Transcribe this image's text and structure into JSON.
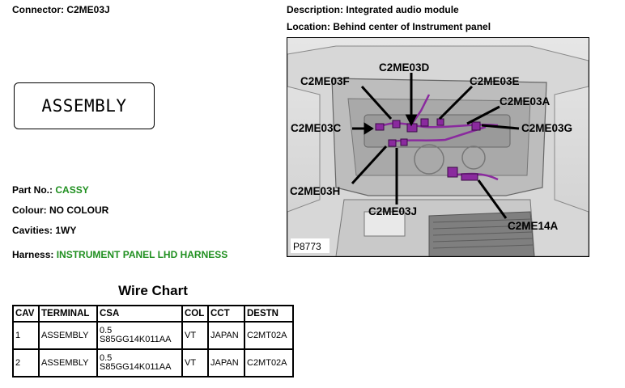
{
  "connector": {
    "label": "Connector:",
    "value": "C2ME03J"
  },
  "description": {
    "label": "Description:",
    "value": "Integrated audio module"
  },
  "location": {
    "label": "Location:",
    "value": "Behind center of Instrument panel"
  },
  "assembly_label": "ASSEMBLY",
  "part_no": {
    "label": "Part No.:",
    "value": "CASSY"
  },
  "colour": {
    "label": "Colour:",
    "value": "NO COLOUR"
  },
  "cavities": {
    "label": "Cavities:",
    "value": "1WY"
  },
  "harness": {
    "label": "Harness:",
    "value": "INSTRUMENT PANEL LHD HARNESS"
  },
  "wire_chart": {
    "title": "Wire Chart",
    "headers": [
      "CAV",
      "TERMINAL",
      "CSA",
      "COL",
      "CCT",
      "DESTN"
    ],
    "rows": [
      {
        "cav": "1",
        "terminal": "ASSEMBLY",
        "csa_size": "0.5",
        "csa_part": "S85GG14K011AA",
        "col": "VT",
        "cct": "JAPAN",
        "destn": "C2MT02A"
      },
      {
        "cav": "2",
        "terminal": "ASSEMBLY",
        "csa_size": "0.5",
        "csa_part": "S85GG14K011AA",
        "col": "VT",
        "cct": "JAPAN",
        "destn": "C2MT02A"
      }
    ]
  },
  "photo": {
    "ref": "P8773",
    "callouts": [
      "C2ME03D",
      "C2ME03F",
      "C2ME03E",
      "C2ME03A",
      "C2ME03C",
      "C2ME03G",
      "C2ME03H",
      "C2ME03J",
      "C2ME14A"
    ]
  },
  "colors": {
    "green_text": "#1f8f1f",
    "connector_highlight": "#8a2a9e"
  }
}
